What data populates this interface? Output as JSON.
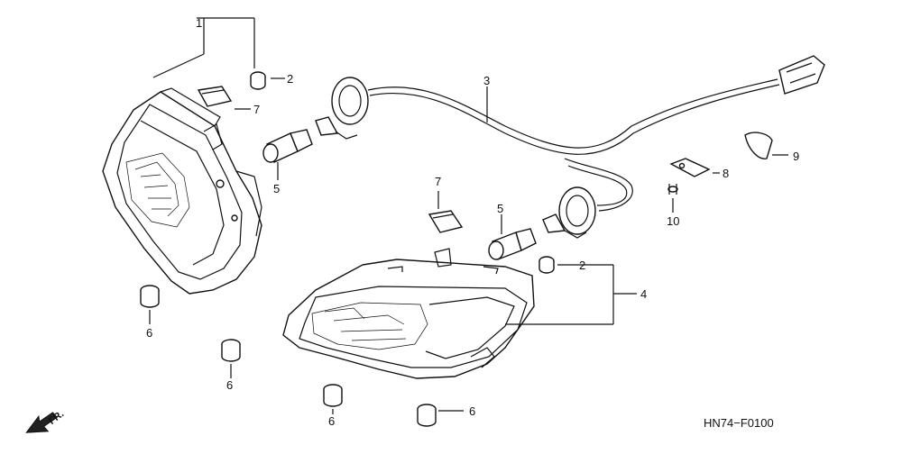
{
  "diagram": {
    "code": "HN74−F0100",
    "front_arrow": "FR.",
    "callouts": [
      "1",
      "2",
      "2",
      "3",
      "4",
      "5",
      "5",
      "6",
      "6",
      "6",
      "6",
      "7",
      "7",
      "8",
      "9",
      "10"
    ]
  }
}
